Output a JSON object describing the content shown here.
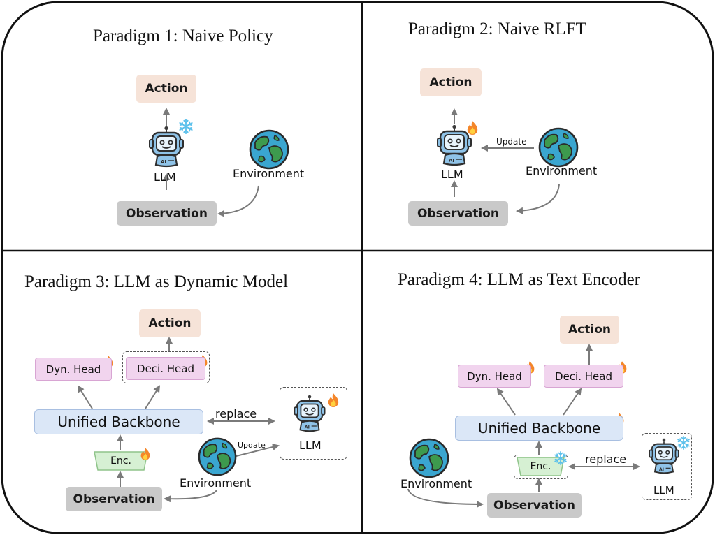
{
  "panels": {
    "p1": {
      "title": "Paradigm 1: Naive Policy",
      "action": "Action",
      "llm": "LLM",
      "environment": "Environment",
      "observation": "Observation"
    },
    "p2": {
      "title": "Paradigm 2: Naive RLFT",
      "action": "Action",
      "llm": "LLM",
      "environment": "Environment",
      "observation": "Observation",
      "update": "Update"
    },
    "p3": {
      "title": "Paradigm 3: LLM as Dynamic Model",
      "action": "Action",
      "dyn_head": "Dyn. Head",
      "deci_head": "Deci. Head",
      "backbone": "Unified Backbone",
      "replace": "replace",
      "llm": "LLM",
      "update": "Update",
      "enc": "Enc.",
      "environment": "Environment",
      "observation": "Observation"
    },
    "p4": {
      "title": "Paradigm 4: LLM as Text Encoder",
      "action": "Action",
      "dyn_head": "Dyn. Head",
      "deci_head": "Deci. Head",
      "backbone": "Unified Backbone",
      "enc": "Enc.",
      "replace": "replace",
      "environment": "Environment",
      "observation": "Observation",
      "llm": "LLM"
    }
  },
  "icons": {
    "robot": "robot-icon",
    "earth": "earth-globe-icon",
    "fire": "fire-icon",
    "snowflake": "snowflake-icon",
    "ai_badge": "AI"
  },
  "colors": {
    "action": "#f6e3d8",
    "observation": "#c9c9c9",
    "head": "#f1d4ee",
    "backbone": "#dbe7f7",
    "encoder": "#d6f0d3",
    "robot": "#8fc3e8",
    "ocean": "#3aa6d0",
    "land": "#3d9a4e",
    "fire": "#f4862a",
    "snow": "#5bc0eb"
  }
}
